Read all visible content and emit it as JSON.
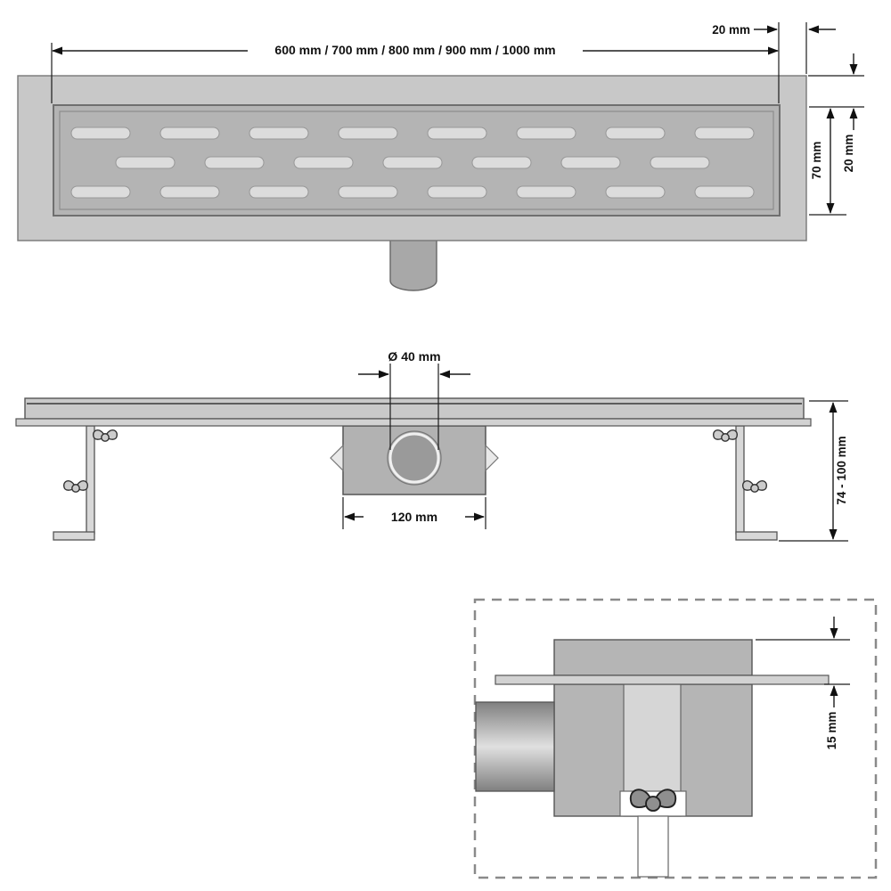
{
  "top_view": {
    "length_label": "600 mm / 700 mm / 800 mm / 900 mm / 1000 mm",
    "edge_width_label": "20 mm",
    "grate_height_label": "70 mm",
    "rim_height_label": "20 mm"
  },
  "side_view": {
    "outlet_diameter_label": "Ø 40 mm",
    "trap_width_label": "120 mm",
    "installation_height_label": "74 - 100 mm"
  },
  "detail_view": {
    "flange_depth_label": "15 mm"
  },
  "colors": {
    "body_gray": "#c8c8c8",
    "grate_gray": "#b4b4b4",
    "slot_gray": "#dcdcdc",
    "dimension_line": "#1c1c1c",
    "background": "#ffffff"
  }
}
